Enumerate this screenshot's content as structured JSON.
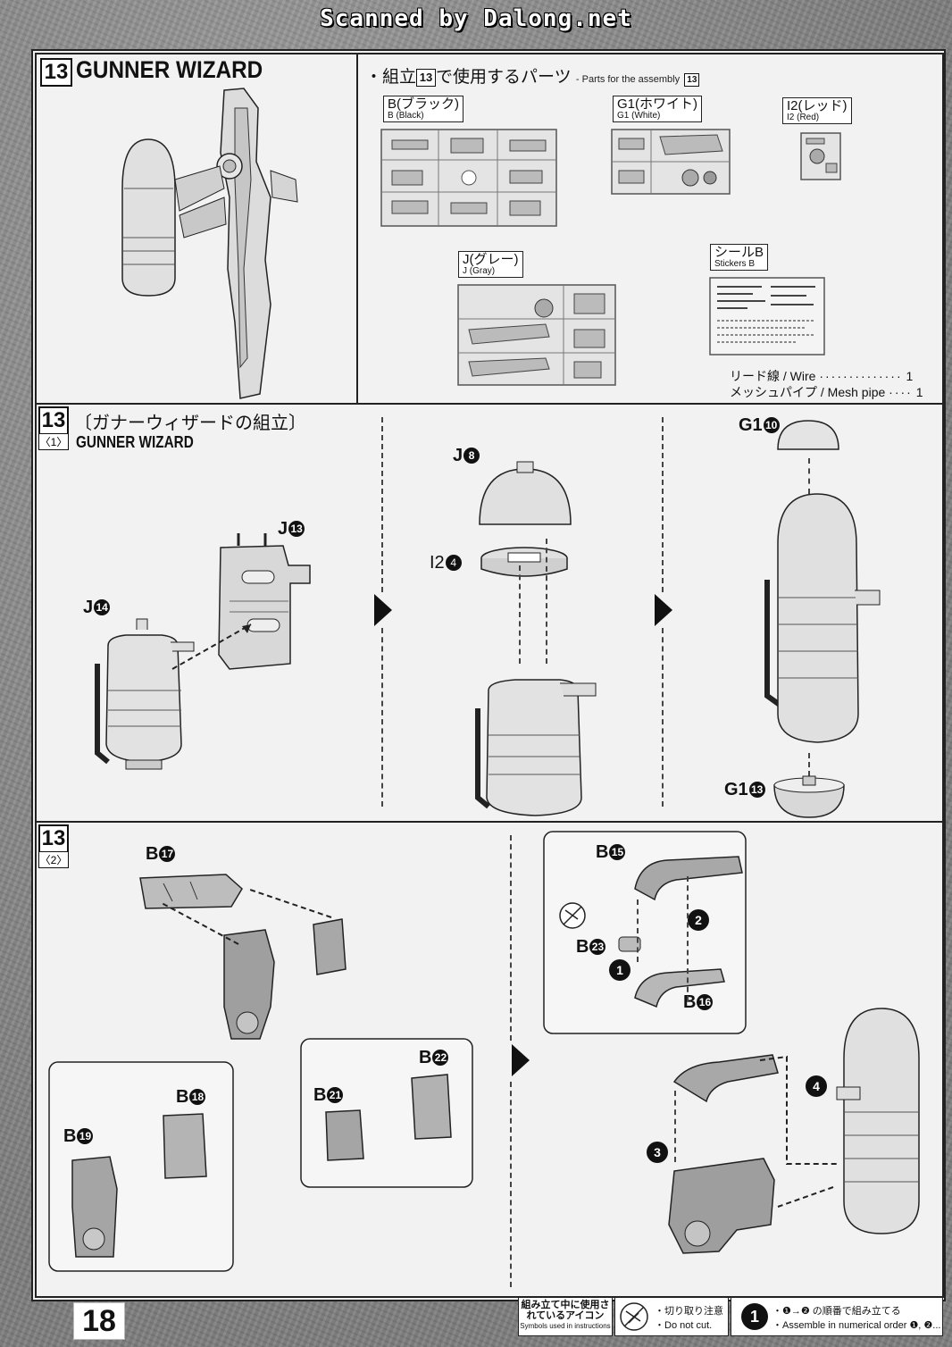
{
  "watermark": "Scanned by Dalong.net",
  "page_number": "18",
  "header": {
    "step_number": "13",
    "title": "GUNNER WIZARD"
  },
  "parts_section": {
    "title_prefix": "・組立",
    "title_step": "13",
    "title_suffix": "で使用するパーツ",
    "subtitle": "- Parts for the assembly",
    "subtitle_step": "13",
    "runners": [
      {
        "jp": "B(ブラック)",
        "en": "B (Black)"
      },
      {
        "jp": "G1(ホワイト)",
        "en": "G1 (White)"
      },
      {
        "jp": "I2(レッド)",
        "en": "I2 (Red)"
      },
      {
        "jp": "J(グレー)",
        "en": "J (Gray)"
      },
      {
        "jp": "シールB",
        "en": "Stickers B"
      }
    ],
    "extras": [
      {
        "label": "リード線 / Wire",
        "dots": "··············",
        "qty": "1"
      },
      {
        "label": "メッシュパイプ / Mesh pipe",
        "dots": "····",
        "qty": "1"
      }
    ]
  },
  "step1": {
    "step_number": "13",
    "sub_step": "〈1〉",
    "title_jp": "〔ガナーウィザードの組立〕",
    "title_en": "GUNNER WIZARD",
    "part_labels": {
      "j13": {
        "letter": "J",
        "num": "13"
      },
      "j14": {
        "letter": "J",
        "num": "14"
      },
      "j8": {
        "letter": "J",
        "num": "8"
      },
      "i2_4": {
        "letter": "I2",
        "num": "4"
      },
      "g1_10": {
        "letter": "G1",
        "num": "10"
      },
      "g1_13": {
        "letter": "G1",
        "num": "13"
      }
    }
  },
  "step2": {
    "step_number": "13",
    "sub_step": "〈2〉",
    "part_labels": {
      "b17": {
        "letter": "B",
        "num": "17"
      },
      "b18": {
        "letter": "B",
        "num": "18"
      },
      "b19": {
        "letter": "B",
        "num": "19"
      },
      "b21": {
        "letter": "B",
        "num": "21"
      },
      "b22": {
        "letter": "B",
        "num": "22"
      },
      "b15": {
        "letter": "B",
        "num": "15"
      },
      "b16": {
        "letter": "B",
        "num": "16"
      },
      "b23": {
        "letter": "B",
        "num": "23"
      }
    },
    "order_markers": [
      "1",
      "2",
      "3",
      "4"
    ]
  },
  "legend": {
    "title_jp": "組み立て中に使用されているアイコン",
    "title_en": "Symbols used in instructions",
    "do_not_cut_jp": "・切り取り注意",
    "do_not_cut_en": "・Do not cut.",
    "order_jp": "・❶→❷ の順番で組み立てる",
    "order_en": "・Assemble in numerical order ❶, ❷..."
  }
}
